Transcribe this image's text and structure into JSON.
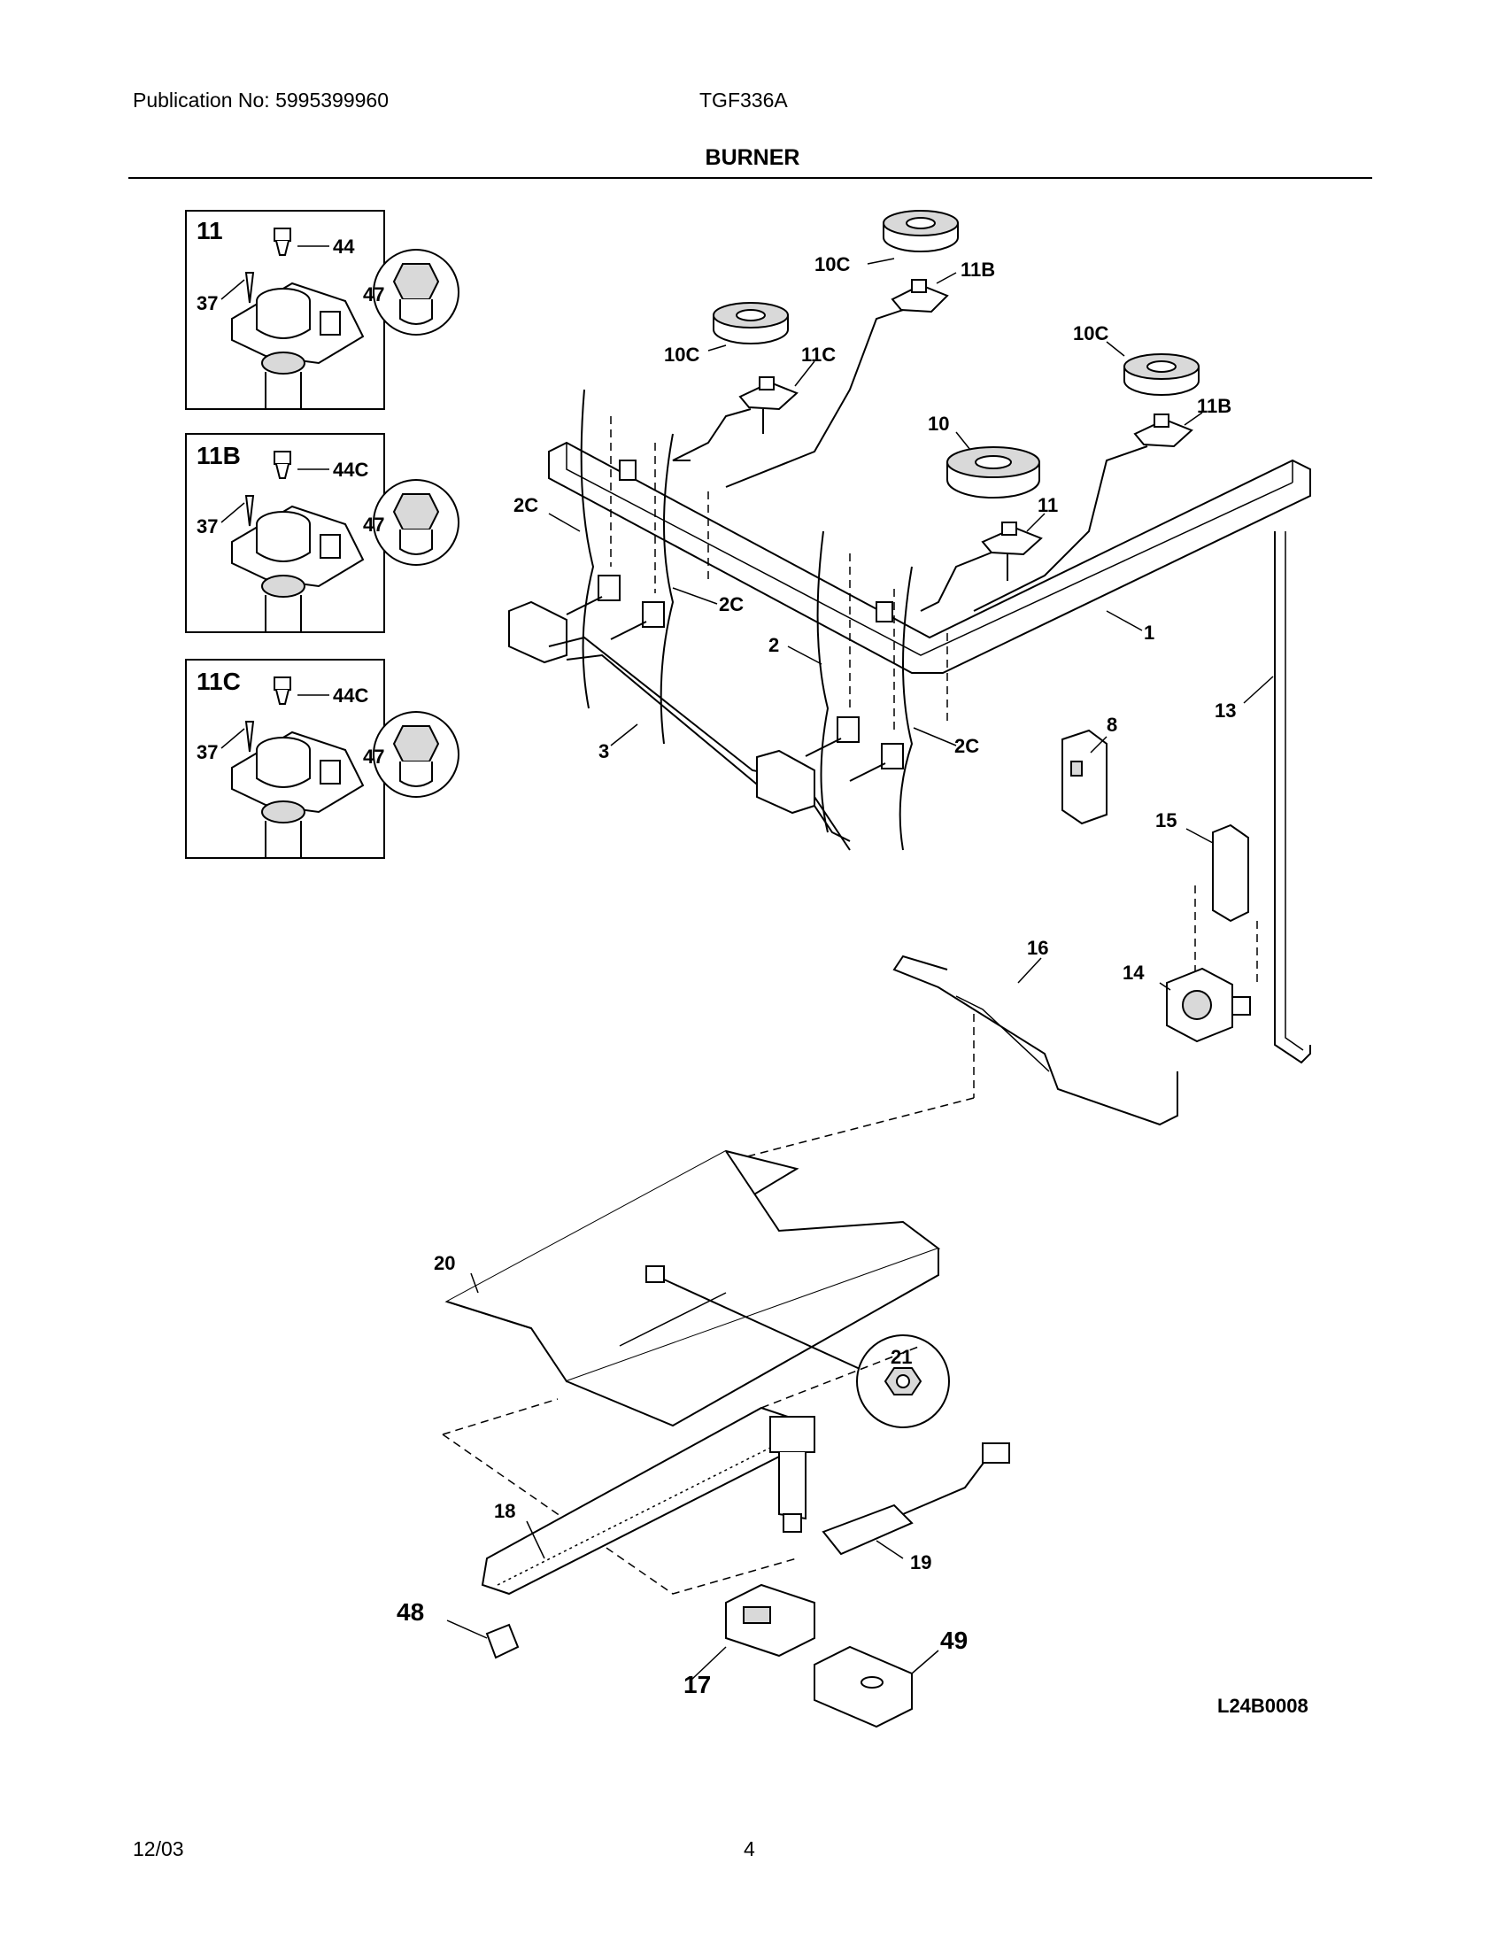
{
  "header": {
    "publication": "Publication No: 5995399960",
    "model": "TGF336A",
    "section": "BURNER"
  },
  "inset_boxes": [
    {
      "title": "11",
      "labels": [
        "44",
        "37",
        "47"
      ]
    },
    {
      "title": "11B",
      "labels": [
        "44C",
        "37",
        "47"
      ]
    },
    {
      "title": "11C",
      "labels": [
        "44C",
        "37",
        "47"
      ]
    }
  ],
  "callouts": {
    "c10c_a": "10C",
    "c11b_a": "11B",
    "c10c_b": "10C",
    "c11c": "11C",
    "c10c_c": "10C",
    "c11b_b": "11B",
    "c10": "10",
    "c11": "11",
    "c2c_a": "2C",
    "c2c_b": "2C",
    "c2": "2",
    "c2c_c": "2C",
    "c1": "1",
    "c3": "3",
    "c8": "8",
    "c13": "13",
    "c15": "15",
    "c16": "16",
    "c14": "14",
    "c20": "20",
    "c21": "21",
    "c18": "18",
    "c19": "19",
    "c48": "48",
    "c49": "49",
    "c17": "17"
  },
  "diagram_code": "L24B0008",
  "footer": {
    "date": "12/03",
    "page": "4"
  }
}
